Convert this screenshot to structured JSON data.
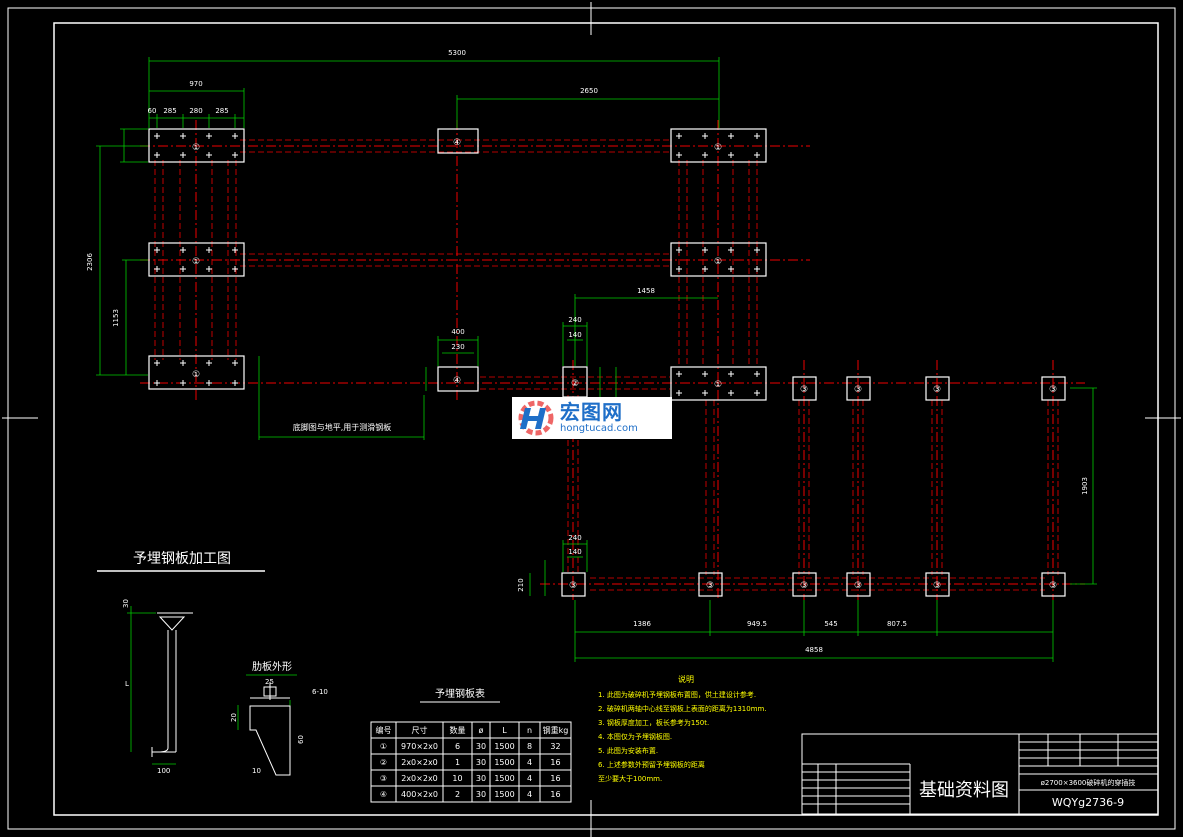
{
  "drawing_title": "基础资料图",
  "drawing_number": "WQYg2736-9",
  "drawing_subtitle": "ø2700×3600破碎机的穿插技",
  "dims": {
    "d5300": "5300",
    "d2650": "2650",
    "d970": "970",
    "d60": "60",
    "d285a": "285",
    "d280": "280",
    "d285b": "285",
    "d2306": "2306",
    "d1153": "1153",
    "d1458": "1458",
    "d400": "400",
    "d230": "230",
    "d240": "240",
    "d140": "140",
    "d1903": "1903",
    "d1386": "1386",
    "d949": "949.5",
    "d545": "545",
    "d807": "807.5",
    "d4858": "4858",
    "d240b": "240",
    "d140b": "140",
    "d210": "210"
  },
  "annotation_note": "底脚图与地平,用于测滑钢板",
  "logo": {
    "brand": "宏图网",
    "url": "hongtucad.com"
  },
  "detail": {
    "title": "予埋钢板加工图",
    "rib_title": "肋板外形",
    "dims": {
      "d30": "30",
      "L": "L",
      "d100": "100",
      "d20": "20",
      "d60": "60",
      "d10": "10",
      "d25": "25",
      "d6": "6-10"
    }
  },
  "table": {
    "title": "予埋钢板表",
    "headers": [
      "编号",
      "尺寸",
      "数量",
      "ø",
      "L",
      "n",
      "钢重kg"
    ],
    "rows": [
      [
        "①",
        "970×2x0",
        "6",
        "30",
        "1500",
        "8",
        "32"
      ],
      [
        "②",
        "2x0×2x0",
        "1",
        "30",
        "1500",
        "4",
        "16"
      ],
      [
        "③",
        "2x0×2x0",
        "10",
        "30",
        "1500",
        "4",
        "16"
      ],
      [
        "④",
        "400×2x0",
        "2",
        "30",
        "1500",
        "4",
        "16"
      ]
    ]
  },
  "notes": {
    "title": "说明",
    "lines": [
      "1. 此图为破碎机予埋钢板布置图，供土建设计参考.",
      "2. 破碎机两轴中心线至钢板上表面的距离为1310mm.",
      "3. 钢板厚度加工，板长参考为150t.",
      "4. 本图仅为予埋钢板图.",
      "5. 此图为安装布置.",
      "6. 上述参数外预留予埋钢板的距离",
      "   至少要大于100mm."
    ]
  },
  "marks": {
    "p1": "①",
    "p2": "②",
    "p3": "③",
    "p4": "④"
  }
}
